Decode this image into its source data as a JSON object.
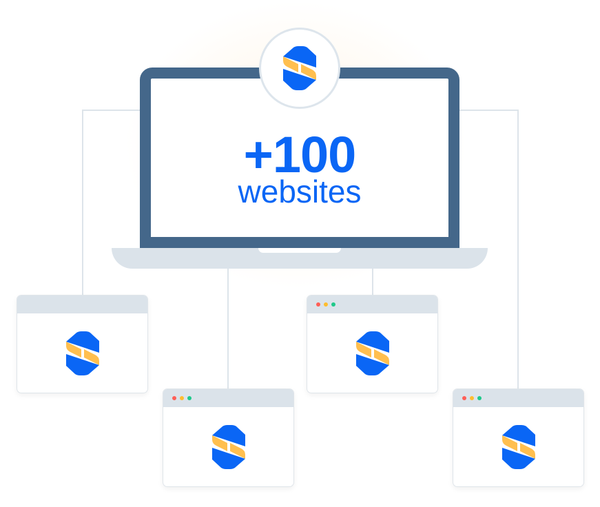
{
  "headline": "+100",
  "subtitle": "websites",
  "colors": {
    "blue": "#0a66f5",
    "yellow": "#ffbf4f",
    "frame": "#44678a",
    "dot_red": "#ff5f57",
    "dot_yellow": "#ffbd2e",
    "dot_green": "#1fc98a"
  },
  "logo_icon": "s-hexagon-logo",
  "windows": [
    {
      "dots": false
    },
    {
      "dots": true
    },
    {
      "dots": true
    },
    {
      "dots": true
    }
  ]
}
